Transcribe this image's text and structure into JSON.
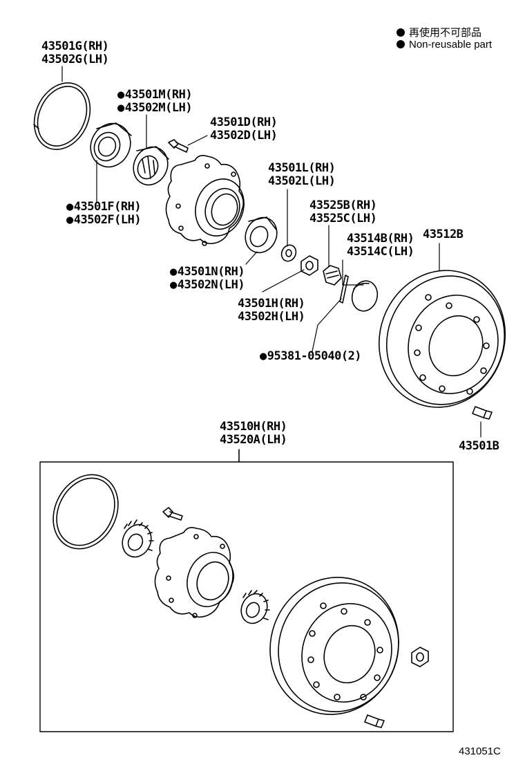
{
  "legend": {
    "japanese": "再使用不可部品",
    "english": "Non-reusable part"
  },
  "parts": {
    "snap_ring": [
      "43501G(RH)",
      "43502G(LH)"
    ],
    "outer_bearing": [
      "43501M(RH)",
      "43502M(LH)"
    ],
    "hub_bolt": [
      "43501D(RH)",
      "43502D(LH)"
    ],
    "oil_seal": [
      "43501F(RH)",
      "43502F(LH)"
    ],
    "washer": [
      "43501L(RH)",
      "43502L(LH)"
    ],
    "lock_cap": [
      "43525B(RH)",
      "43525C(LH)"
    ],
    "grease_cap": [
      "43514B(RH)",
      "43514C(LH)"
    ],
    "drum": "43512B",
    "inner_bearing": [
      "43501N(RH)",
      "43502N(LH)"
    ],
    "nut": [
      "43501H(RH)",
      "43502H(LH)"
    ],
    "cotter_pin": "95381-05040(2)",
    "drum_screw": "43501B",
    "hub_assembly": [
      "43510H(RH)",
      "43520A(LH)"
    ]
  },
  "figure_number": "431051C"
}
